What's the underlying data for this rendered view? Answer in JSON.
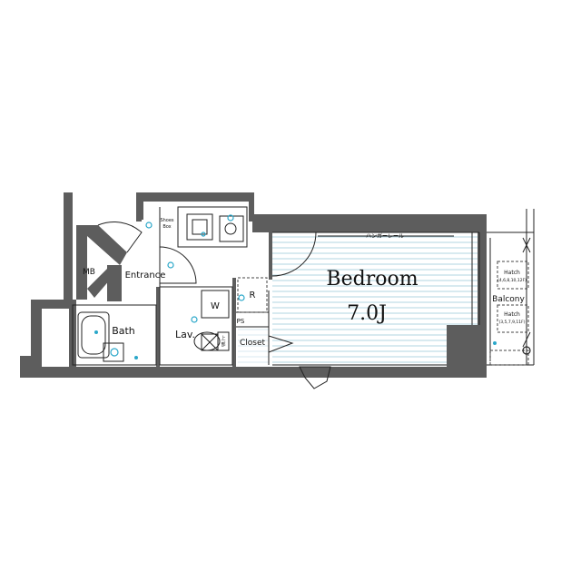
{
  "rooms": {
    "bedroom": {
      "name": "Bedroom",
      "size": "7.0J"
    },
    "mb": "MB",
    "entrance": "Entrance",
    "shoes_box_line1": "Shoes",
    "shoes_box_line2": "Box",
    "bath": "Bath",
    "lav": "Lav.",
    "washer": "W",
    "fridge": "R",
    "ps": "PS",
    "closet": "Closet",
    "balcony": "Balcony",
    "hanger_rail": "ハンガーレール",
    "storage_upper_line1": "上",
    "storage_upper_line2": "部",
    "hatch_top": "Hatch",
    "hatch_top_floors": "(4,6,8,10,12F)",
    "hatch_bottom": "Hatch",
    "hatch_bottom_floors": "(3,5,7,9,11F)"
  },
  "colors": {
    "wall": "#5d5d5d",
    "floor_lines": "#9fc9d8",
    "fixtures": "#2aa7c9"
  }
}
